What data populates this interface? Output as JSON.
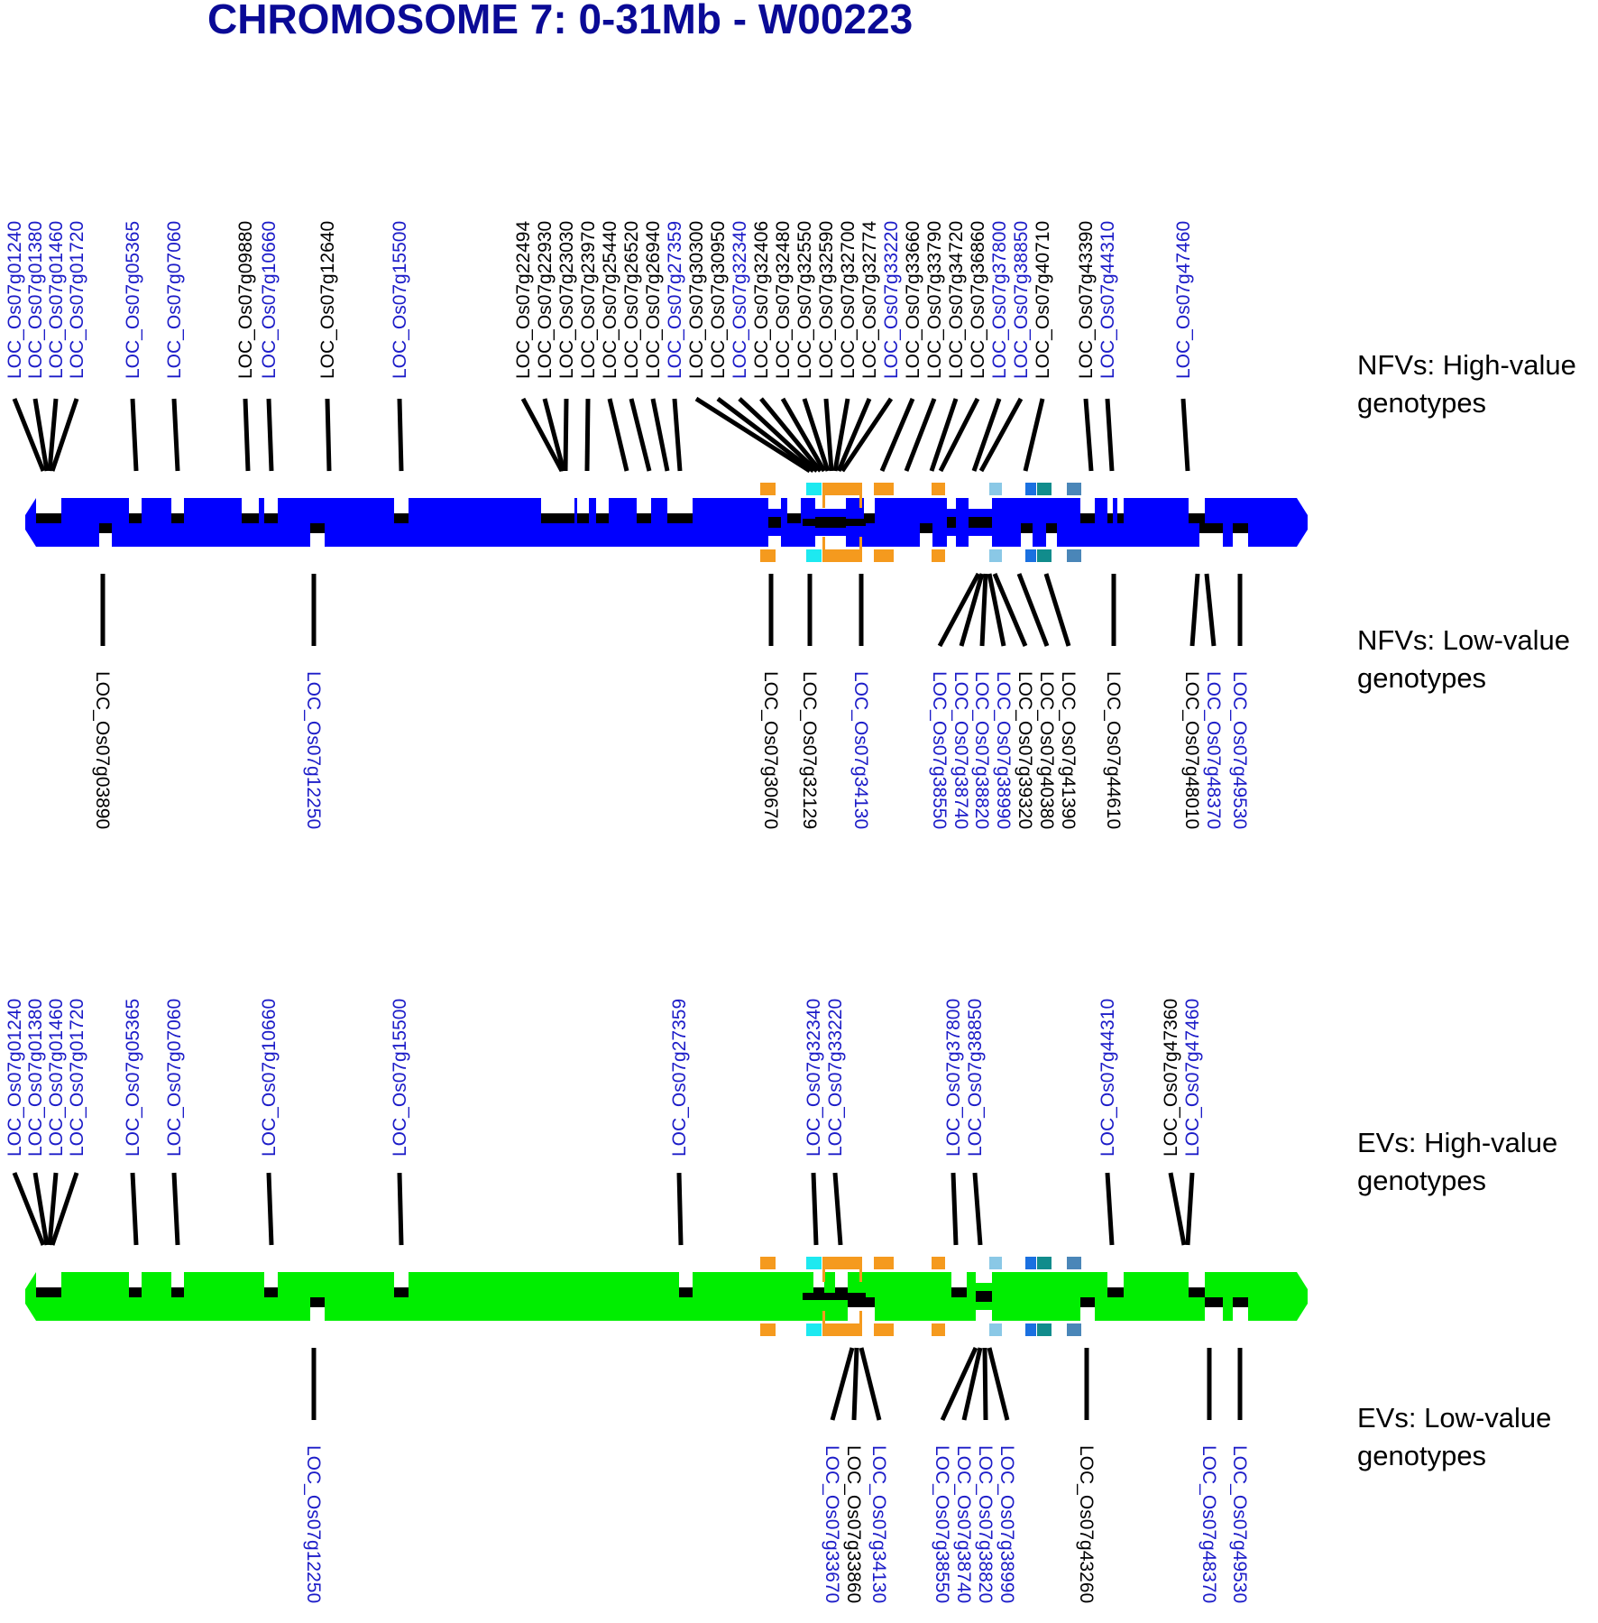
{
  "title": "CHROMOSOME 7: 0-31Mb - W00223",
  "colors": {
    "title": "#0a0a96",
    "label_highlight": "#1c1cc8",
    "label_plain": "#000000",
    "chrom_nfv": "#0000ff",
    "chrom_ev": "#00ee00",
    "marker_orange": "#f59a1e",
    "marker_cyan": "#1de9f0",
    "marker_lightblue": "#8ac8e6",
    "marker_blue": "#1a70e0",
    "marker_teal": "#118c8c",
    "marker_steel": "#4a86b8",
    "marker_black": "#000000"
  },
  "panels": [
    {
      "id": "nfv",
      "chrom_color": "chrom_nfv",
      "high_label": "NFVs: High-value genotypes",
      "low_label": "NFVs: Low-value genotypes",
      "high_genes": [
        {
          "name": "LOC_Os07g01240",
          "hl": true
        },
        {
          "name": "LOC_Os07g01380",
          "hl": true
        },
        {
          "name": "LOC_Os07g01460",
          "hl": true
        },
        {
          "name": "LOC_Os07g01720",
          "hl": true
        },
        {
          "name": "LOC_Os07g05365",
          "hl": true
        },
        {
          "name": "LOC_Os07g07060",
          "hl": true
        },
        {
          "name": "LOC_Os07g09880",
          "hl": false
        },
        {
          "name": "LOC_Os07g10660",
          "hl": true
        },
        {
          "name": "LOC_Os07g12640",
          "hl": false
        },
        {
          "name": "LOC_Os07g15500",
          "hl": true
        },
        {
          "name": "LOC_Os07g22494",
          "hl": false
        },
        {
          "name": "LOC_Os07g22930",
          "hl": false
        },
        {
          "name": "LOC_Os07g23030",
          "hl": false
        },
        {
          "name": "LOC_Os07g23970",
          "hl": false
        },
        {
          "name": "LOC_Os07g25440",
          "hl": false
        },
        {
          "name": "LOC_Os07g26520",
          "hl": false
        },
        {
          "name": "LOC_Os07g26940",
          "hl": false
        },
        {
          "name": "LOC_Os07g27359",
          "hl": true
        },
        {
          "name": "LOC_Os07g30300",
          "hl": false
        },
        {
          "name": "LOC_Os07g30950",
          "hl": false
        },
        {
          "name": "LOC_Os07g32340",
          "hl": true
        },
        {
          "name": "LOC_Os07g32406",
          "hl": false
        },
        {
          "name": "LOC_Os07g32480",
          "hl": false
        },
        {
          "name": "LOC_Os07g32550",
          "hl": false
        },
        {
          "name": "LOC_Os07g32590",
          "hl": false
        },
        {
          "name": "LOC_Os07g32700",
          "hl": false
        },
        {
          "name": "LOC_Os07g32774",
          "hl": false
        },
        {
          "name": "LOC_Os07g33220",
          "hl": true
        },
        {
          "name": "LOC_Os07g33660",
          "hl": false
        },
        {
          "name": "LOC_Os07g33790",
          "hl": false
        },
        {
          "name": "LOC_Os07g34720",
          "hl": false
        },
        {
          "name": "LOC_Os07g36860",
          "hl": false
        },
        {
          "name": "LOC_Os07g37800",
          "hl": true
        },
        {
          "name": "LOC_Os07g38850",
          "hl": true
        },
        {
          "name": "LOC_Os07g40710",
          "hl": false
        },
        {
          "name": "LOC_Os07g43390",
          "hl": false
        },
        {
          "name": "LOC_Os07g44310",
          "hl": true
        },
        {
          "name": "LOC_Os07g47460",
          "hl": true
        }
      ],
      "low_genes": [
        {
          "name": "LOC_Os07g03890",
          "hl": false
        },
        {
          "name": "LOC_Os07g12250",
          "hl": true
        },
        {
          "name": "LOC_Os07g30670",
          "hl": false
        },
        {
          "name": "LOC_Os07g32129",
          "hl": false
        },
        {
          "name": "LOC_Os07g34130",
          "hl": true
        },
        {
          "name": "LOC_Os07g38550",
          "hl": true
        },
        {
          "name": "LOC_Os07g38740",
          "hl": true
        },
        {
          "name": "LOC_Os07g38820",
          "hl": true
        },
        {
          "name": "LOC_Os07g38990",
          "hl": true
        },
        {
          "name": "LOC_Os07g39320",
          "hl": false
        },
        {
          "name": "LOC_Os07g40380",
          "hl": false
        },
        {
          "name": "LOC_Os07g41390",
          "hl": false
        },
        {
          "name": "LOC_Os07g44610",
          "hl": false
        },
        {
          "name": "LOC_Os07g48010",
          "hl": false
        },
        {
          "name": "LOC_Os07g48370",
          "hl": true
        },
        {
          "name": "LOC_Os07g49530",
          "hl": true
        }
      ]
    },
    {
      "id": "ev",
      "chrom_color": "chrom_ev",
      "high_label": "EVs: High-value genotypes",
      "low_label": "EVs: Low-value genotypes",
      "high_genes": [
        {
          "name": "LOC_Os07g01240",
          "hl": true
        },
        {
          "name": "LOC_Os07g01380",
          "hl": true
        },
        {
          "name": "LOC_Os07g01460",
          "hl": true
        },
        {
          "name": "LOC_Os07g01720",
          "hl": true
        },
        {
          "name": "LOC_Os07g05365",
          "hl": true
        },
        {
          "name": "LOC_Os07g07060",
          "hl": true
        },
        {
          "name": "LOC_Os07g10660",
          "hl": true
        },
        {
          "name": "LOC_Os07g15500",
          "hl": true
        },
        {
          "name": "LOC_Os07g27359",
          "hl": true
        },
        {
          "name": "LOC_Os07g32340",
          "hl": true
        },
        {
          "name": "LOC_Os07g33220",
          "hl": true
        },
        {
          "name": "LOC_Os07g37800",
          "hl": true
        },
        {
          "name": "LOC_Os07g38850",
          "hl": true
        },
        {
          "name": "LOC_Os07g44310",
          "hl": true
        },
        {
          "name": "LOC_Os07g47360",
          "hl": false
        },
        {
          "name": "LOC_Os07g47460",
          "hl": true
        }
      ],
      "low_genes": [
        {
          "name": "LOC_Os07g12250",
          "hl": true
        },
        {
          "name": "LOC_Os07g33670",
          "hl": true
        },
        {
          "name": "LOC_Os07g33860",
          "hl": false
        },
        {
          "name": "LOC_Os07g34130",
          "hl": true
        },
        {
          "name": "LOC_Os07g38550",
          "hl": true
        },
        {
          "name": "LOC_Os07g38740",
          "hl": true
        },
        {
          "name": "LOC_Os07g38820",
          "hl": true
        },
        {
          "name": "LOC_Os07g38990",
          "hl": true
        },
        {
          "name": "LOC_Os07g43260",
          "hl": false
        },
        {
          "name": "LOC_Os07g48370",
          "hl": true
        },
        {
          "name": "LOC_Os07g49530",
          "hl": true
        }
      ]
    }
  ],
  "markers": [
    {
      "color": "marker_orange"
    },
    {
      "color": "marker_orange"
    },
    {
      "color": "marker_cyan"
    },
    {
      "color": "marker_orange"
    },
    {
      "color": "marker_orange"
    },
    {
      "color": "marker_orange"
    },
    {
      "color": "marker_lightblue"
    },
    {
      "color": "marker_blue"
    },
    {
      "color": "marker_teal"
    },
    {
      "color": "marker_steel"
    }
  ]
}
